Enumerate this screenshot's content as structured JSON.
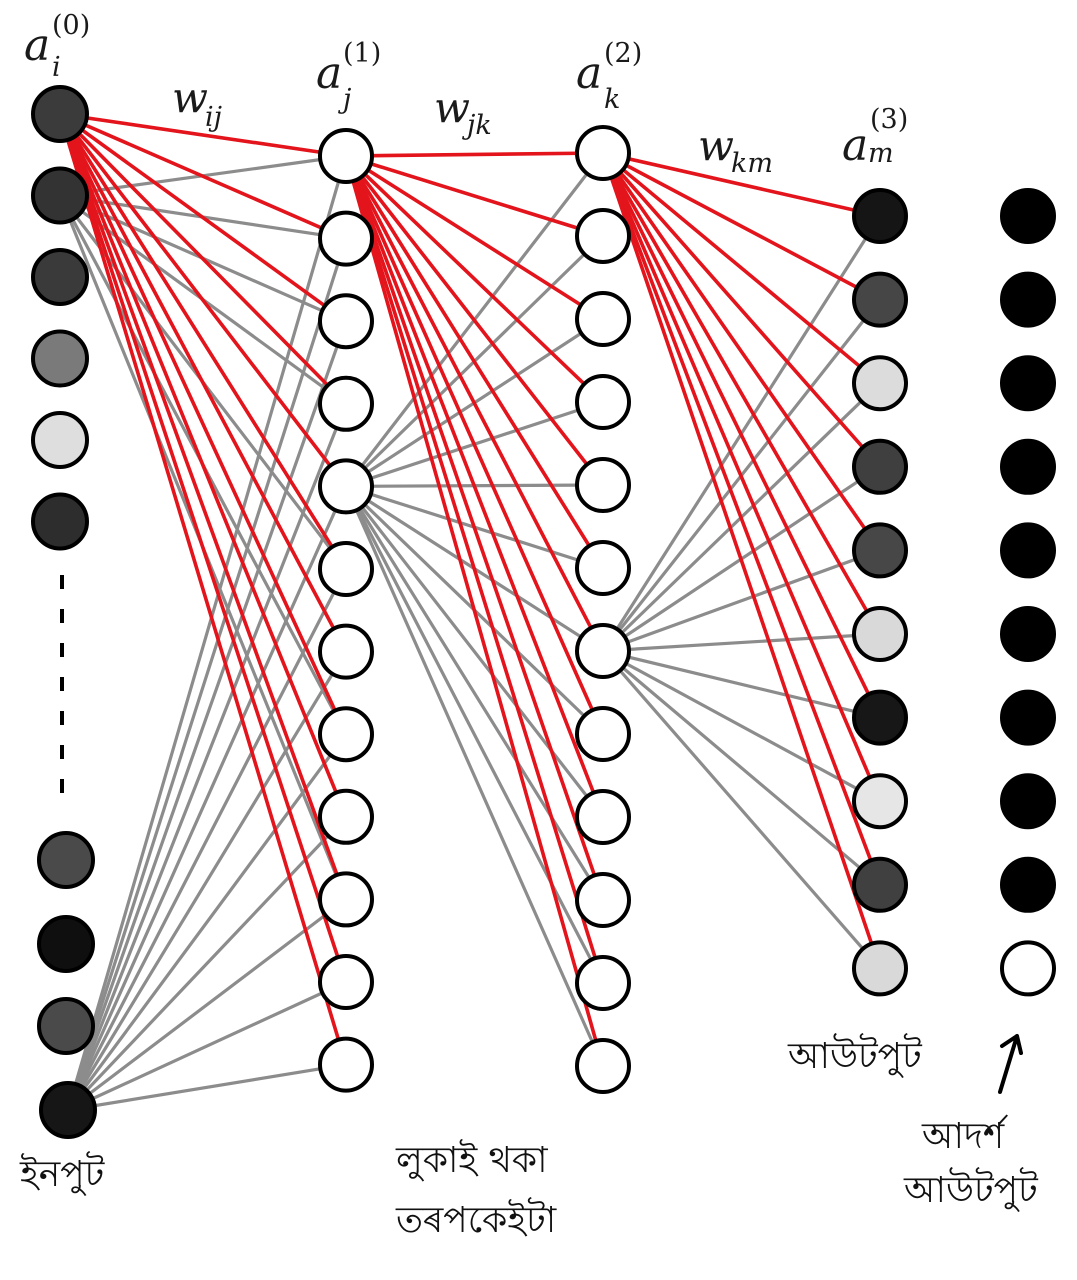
{
  "labels": {
    "input_caption": "ইনপুট",
    "hidden_caption_line1": "লুকাই থকা",
    "hidden_caption_line2": "তৰপকেইটা",
    "output_caption": "আউটপুট",
    "ideal_caption_line1": "আদৰ্শ",
    "ideal_caption_line2": "আউটপুট"
  },
  "layer_symbols": {
    "input": {
      "base": "a",
      "sup": "(0)",
      "sub": "i"
    },
    "hidden1": {
      "base": "a",
      "sup": "(1)",
      "sub": "j"
    },
    "hidden2": {
      "base": "a",
      "sup": "(2)",
      "sub": "k"
    },
    "output": {
      "base": "a",
      "sup": "(3)",
      "sub": "m"
    }
  },
  "weight_symbols": {
    "w_ij": {
      "base": "w",
      "sub": "ij"
    },
    "w_jk": {
      "base": "w",
      "sub": "jk"
    },
    "w_km": {
      "base": "w",
      "sub": "km"
    }
  },
  "layers": {
    "input_top_shades": [
      "#3b3b3b",
      "#333333",
      "#3a3a3a",
      "#7a7a7a",
      "#dedede",
      "#2d2d2d"
    ],
    "input_bottom_shades": [
      "#4a4a4a",
      "#0f0f0f",
      "#4a4a4a",
      "#161616"
    ],
    "hidden1_shades": [
      "#ffffff",
      "#ffffff",
      "#ffffff",
      "#ffffff",
      "#ffffff",
      "#ffffff",
      "#ffffff",
      "#ffffff",
      "#ffffff",
      "#ffffff",
      "#ffffff",
      "#ffffff"
    ],
    "hidden2_shades": [
      "#ffffff",
      "#ffffff",
      "#ffffff",
      "#ffffff",
      "#ffffff",
      "#ffffff",
      "#ffffff",
      "#ffffff",
      "#ffffff",
      "#ffffff",
      "#ffffff",
      "#ffffff"
    ],
    "output_shades": [
      "#151515",
      "#464646",
      "#dcdcdc",
      "#3f3f3f",
      "#474747",
      "#d9d9d9",
      "#171717",
      "#e6e6e6",
      "#404040",
      "#d9d9d9"
    ],
    "ideal_shades": [
      "#000000",
      "#000000",
      "#000000",
      "#000000",
      "#000000",
      "#000000",
      "#000000",
      "#000000",
      "#000000",
      "#ffffff"
    ]
  },
  "colors": {
    "highlight_edge": "#e3141b",
    "plain_edge": "#8c8c8c",
    "node_stroke": "#000000"
  }
}
